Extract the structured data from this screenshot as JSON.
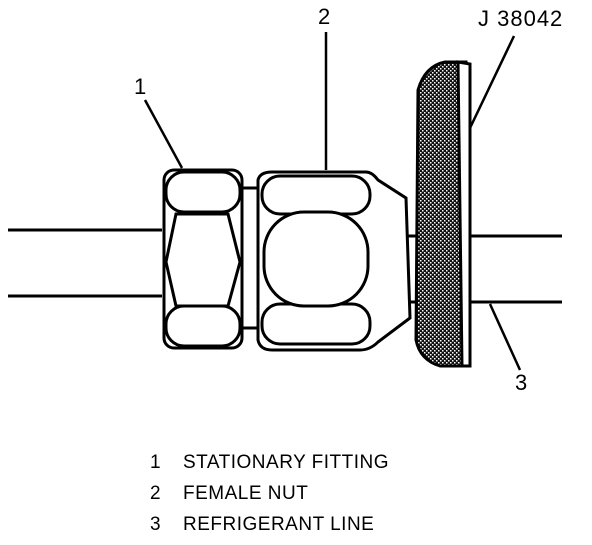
{
  "tool_label": "J 38042",
  "callouts": [
    {
      "number": "1",
      "text": "STATIONARY FITTING"
    },
    {
      "number": "2",
      "text": "FEMALE NUT"
    },
    {
      "number": "3",
      "text": "REFRIGERANT LINE"
    }
  ]
}
